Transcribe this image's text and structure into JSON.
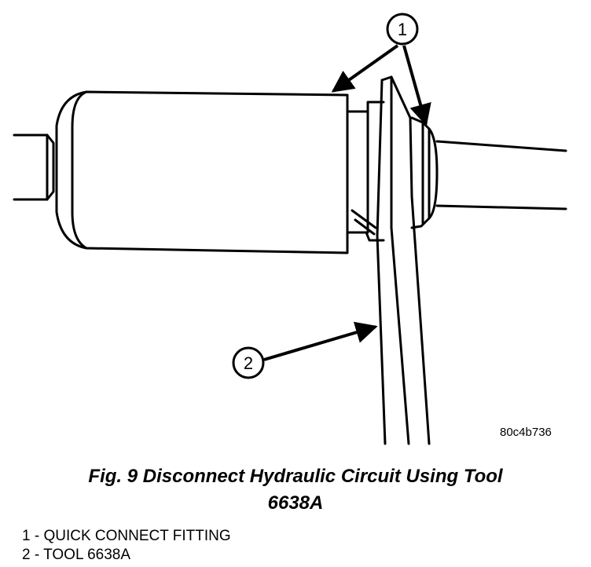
{
  "figure": {
    "image_code": "80c4b736",
    "callouts": [
      {
        "number": "1"
      },
      {
        "number": "2"
      }
    ]
  },
  "caption": {
    "line1": "Fig. 9 Disconnect Hydraulic Circuit Using Tool",
    "line2": "6638A"
  },
  "legend": {
    "items": [
      {
        "number": "1",
        "separator": " - ",
        "text": "QUICK CONNECT FITTING"
      },
      {
        "number": "2",
        "separator": " - ",
        "text": "TOOL 6638A"
      }
    ]
  }
}
